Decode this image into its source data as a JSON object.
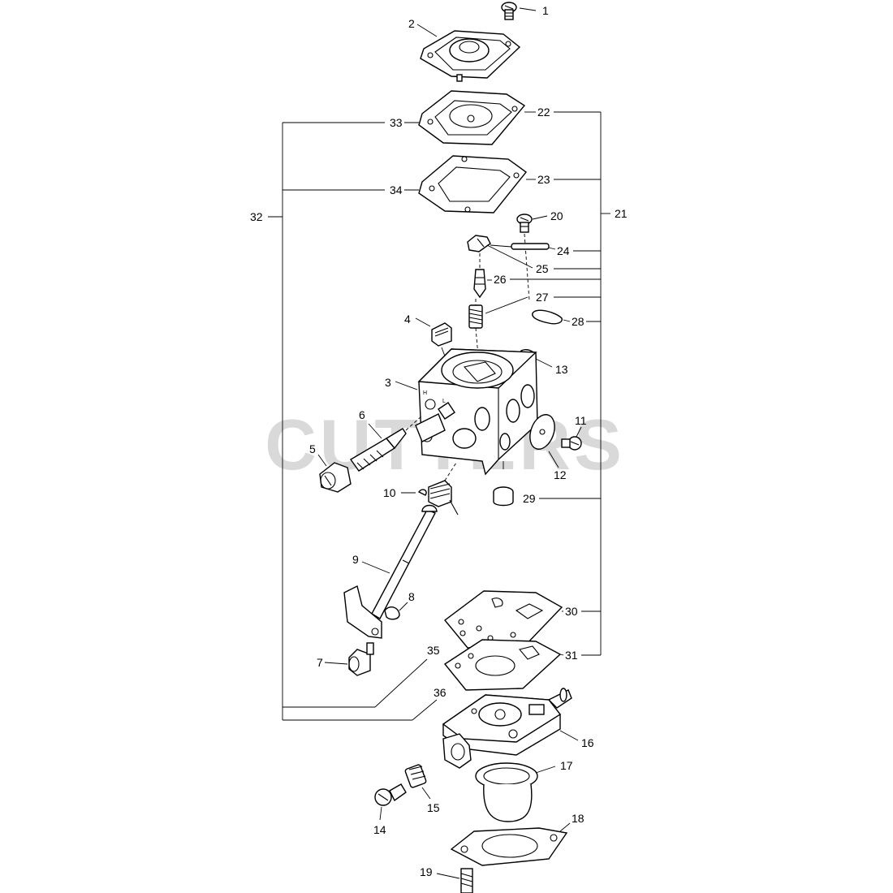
{
  "watermark": {
    "text": "CUTTERS"
  },
  "labels": {
    "l1": "1",
    "l2": "2",
    "l3": "3",
    "l4": "4",
    "l5": "5",
    "l6": "6",
    "l7": "7",
    "l8": "8",
    "l9": "9",
    "l10": "10",
    "l11": "11",
    "l12": "12",
    "l13": "13",
    "l14": "14",
    "l15": "15",
    "l16": "16",
    "l17": "17",
    "l18": "18",
    "l19": "19",
    "l20": "20",
    "l21": "21",
    "l22": "22",
    "l23": "23",
    "l24": "24",
    "l25": "25",
    "l26": "26",
    "l27": "27",
    "l28": "28",
    "l29": "29",
    "l30": "30",
    "l31": "31",
    "l32": "32",
    "l33": "33",
    "l34": "34",
    "l35": "35",
    "l36": "36"
  }
}
